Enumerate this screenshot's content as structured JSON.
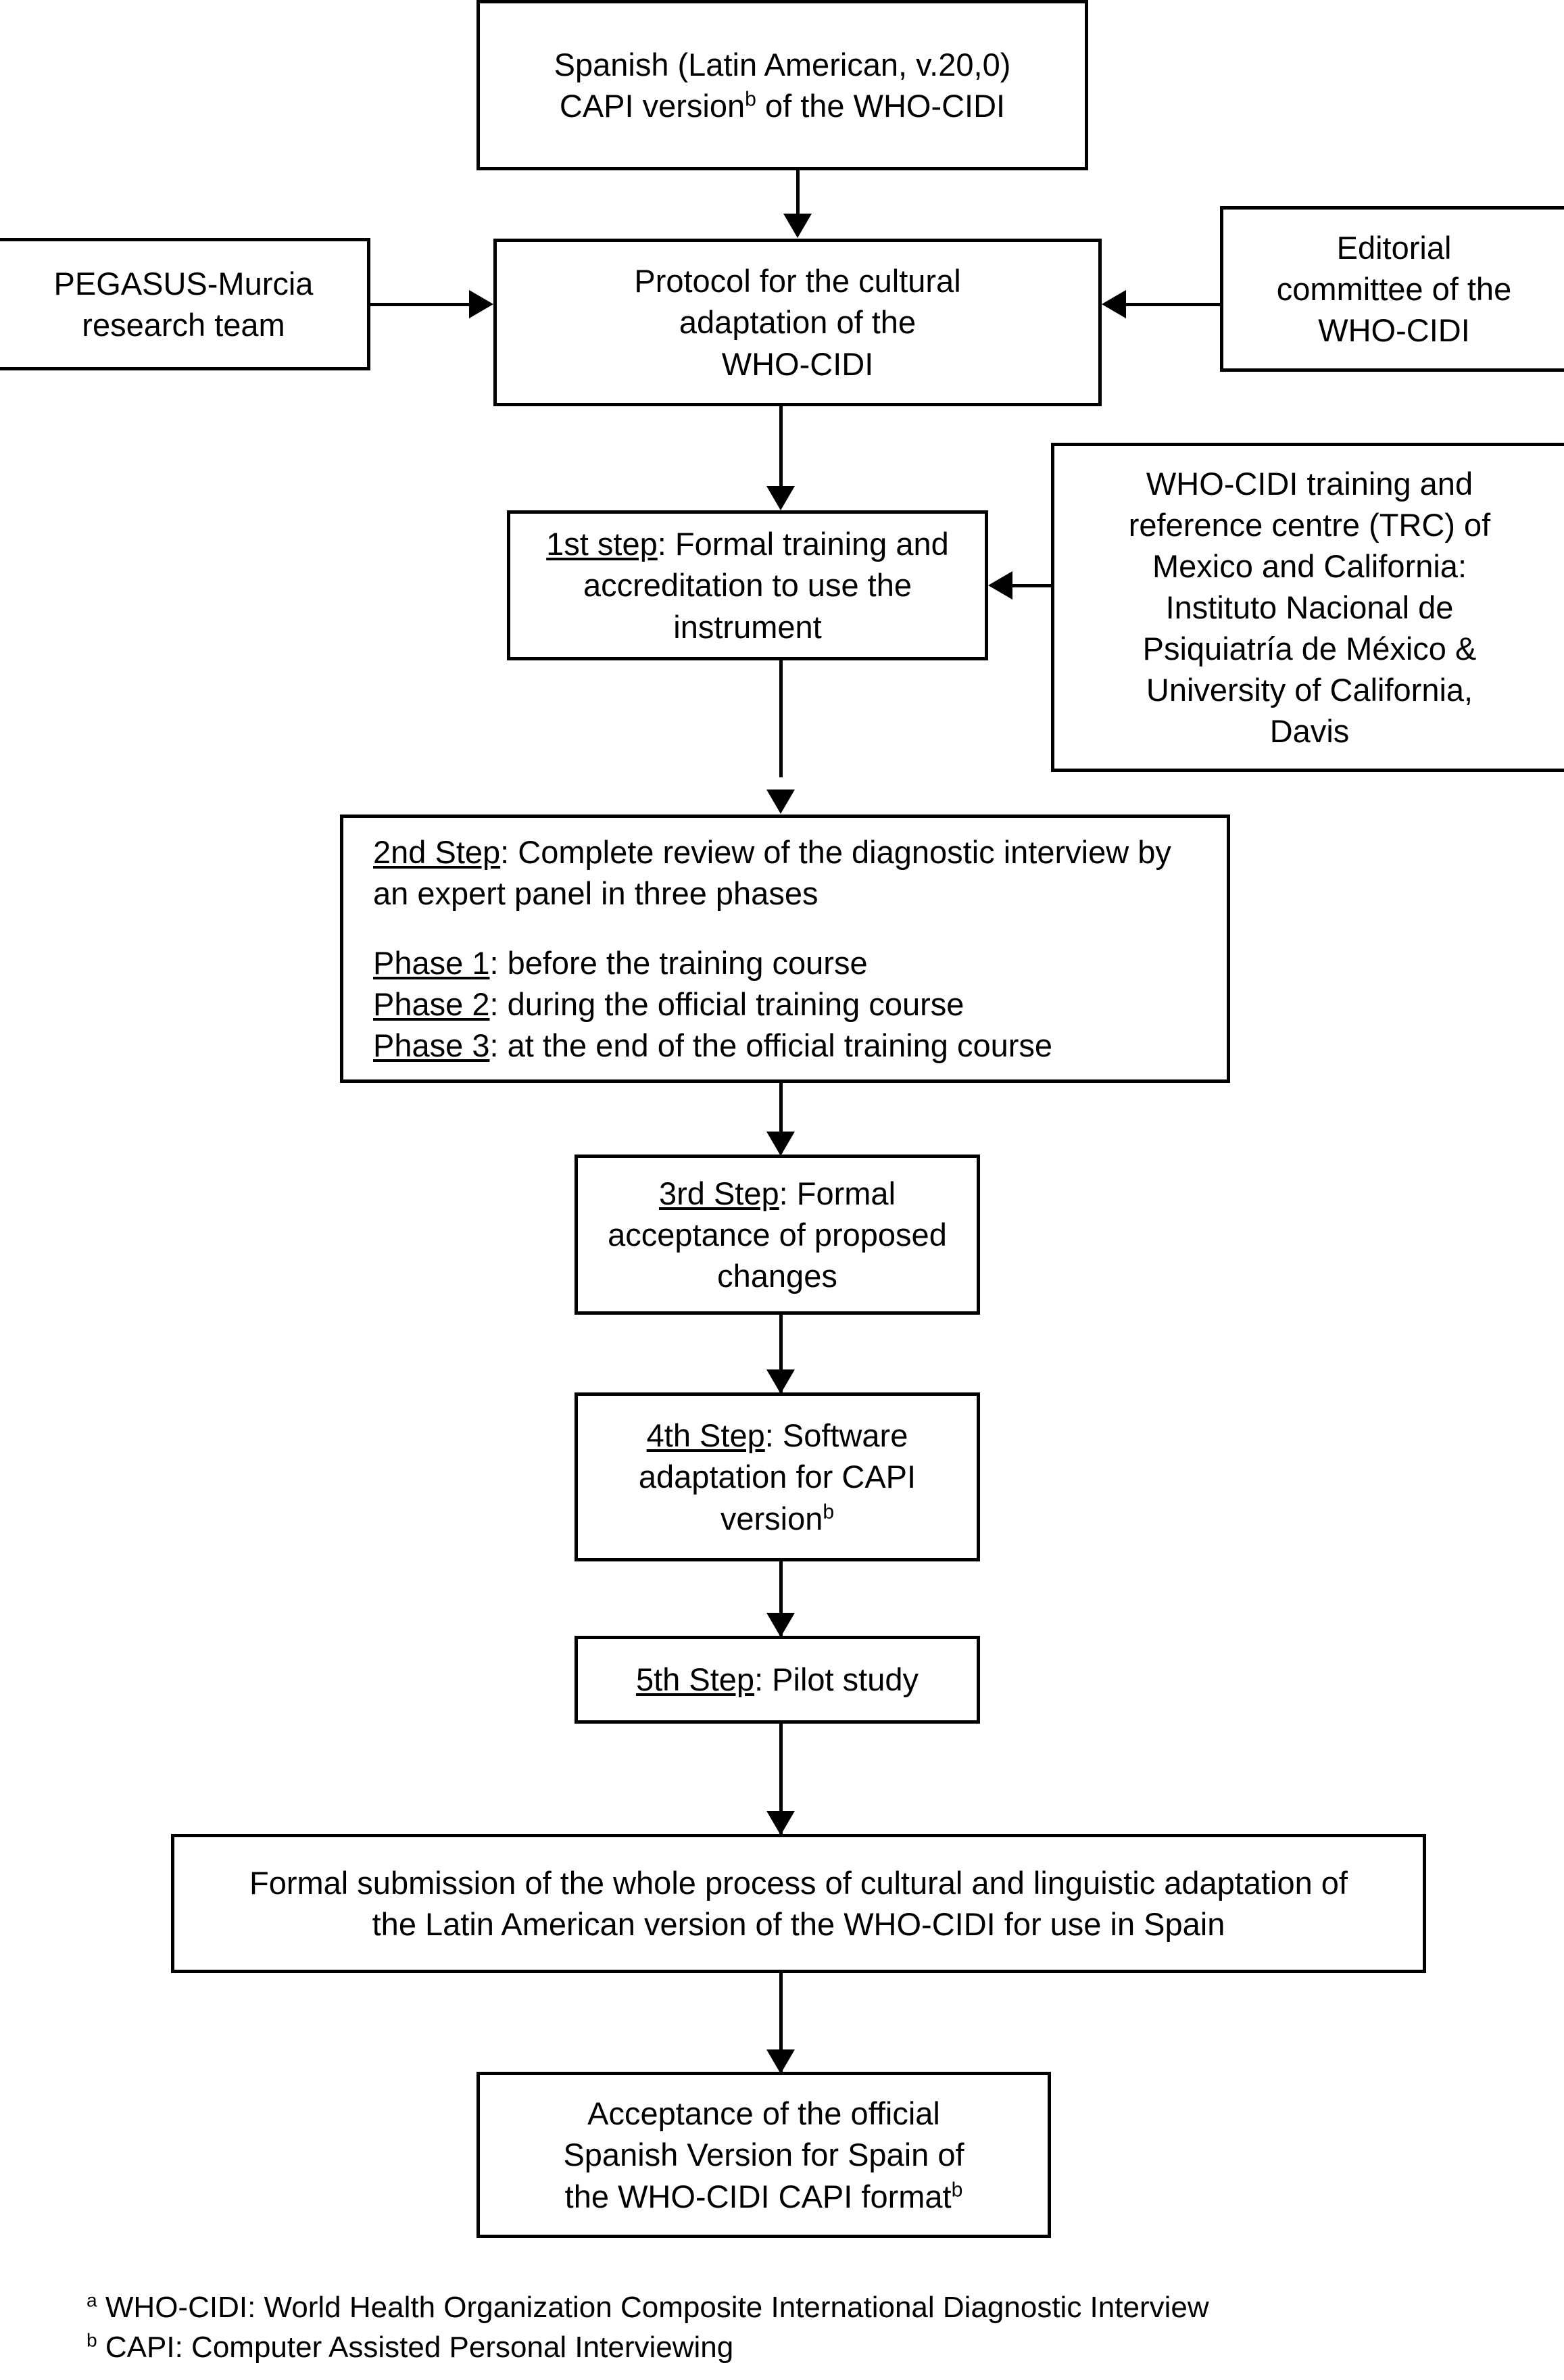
{
  "diagram": {
    "title_implicit": "Flow chart of the cultural adaptation process of the Spanish (Latin American) CAPI version of the WHO-CIDI",
    "colors": {
      "background": "#ffffff",
      "stroke": "#000000",
      "text": "#000000"
    },
    "nodes": {
      "source_version": {
        "line1": "Spanish (Latin American, v.20,0)",
        "line2_pre": "CAPI version",
        "line2_sup": "b",
        "line2_post": " of the WHO-CIDI"
      },
      "research_team": {
        "line1": "PEGASUS-Murcia",
        "line2": "research team"
      },
      "protocol": {
        "line1": "Protocol for the cultural",
        "line2": "adaptation of the",
        "line3": "WHO-CIDI"
      },
      "editorial_committee": {
        "line1": "Editorial",
        "line2": "committee of the",
        "line3": "WHO-CIDI"
      },
      "step1": {
        "label": "1st step",
        "text": ": Formal training and accreditation to use the instrument"
      },
      "trc": {
        "line1": "WHO-CIDI training and",
        "line2": "reference centre (TRC) of",
        "line3": "Mexico and California:",
        "line4": "Instituto Nacional de",
        "line5": "Psiquiatría de México &",
        "line6": "University of California,",
        "line7": "Davis"
      },
      "step2": {
        "label": "2nd Step",
        "text": ": Complete review of the diagnostic interview by an expert panel in three phases",
        "phases": [
          {
            "label": "Phase 1",
            "text": ": before the training course"
          },
          {
            "label": "Phase 2",
            "text": ": during the official training course"
          },
          {
            "label": "Phase 3",
            "text": ": at the end of the official training course"
          }
        ]
      },
      "step3": {
        "label": "3rd Step",
        "text": ": Formal acceptance of proposed changes"
      },
      "step4": {
        "label": "4th Step",
        "text_pre": ": Software adaptation for CAPI version",
        "text_sup": "b"
      },
      "step5": {
        "label": "5th Step",
        "text": ": Pilot study"
      },
      "formal_submission": {
        "line1": "Formal submission of the whole process of cultural and linguistic adaptation of",
        "line2": "the Latin American version of the WHO-CIDI for use in Spain"
      },
      "acceptance": {
        "line1": "Acceptance of the official",
        "line2": "Spanish Version for Spain of",
        "line3_pre": "the WHO-CIDI CAPI format",
        "line3_sup": "b"
      }
    },
    "footnotes": [
      {
        "marker": "a",
        "text": " WHO-CIDI: World Health Organization Composite International Diagnostic Interview"
      },
      {
        "marker": "b",
        "text": " CAPI: Computer Assisted Personal Interviewing"
      }
    ]
  }
}
